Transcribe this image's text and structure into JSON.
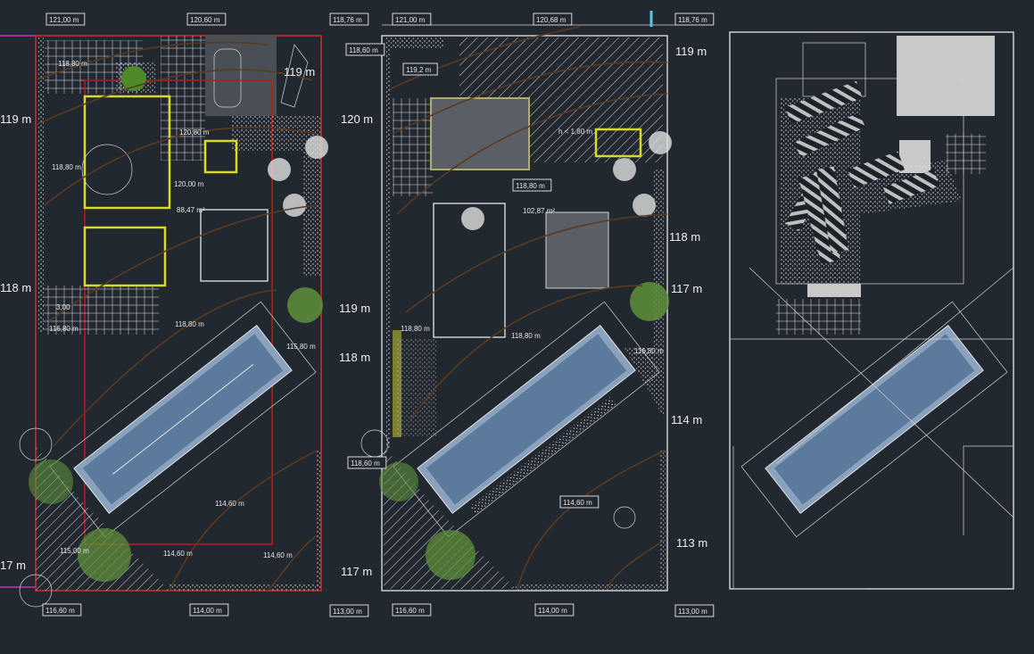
{
  "drawing": {
    "colors": {
      "background": "#212830",
      "lines": "#e8e8e8",
      "boundary_red": "#c01818",
      "walls_yellow": "#d9d92a",
      "pool_water": "#5b7a9c",
      "contour_brown": "#5a3a22",
      "trees_green": "#5d8f3a",
      "property_magenta": "#c030c0"
    },
    "plan1": {
      "labels": [
        "121,00 m",
        "120,60 m",
        "118,76 m",
        "118,80 m",
        "120,80 m",
        "118,80 m",
        "120,00 m",
        "88,47 m²",
        "3,00",
        "116,80 m",
        "118,80 m",
        "115,80 m",
        "114,60 m",
        "115,00 m",
        "114,60 m",
        "114,60 m",
        "116,60 m",
        "114,00 m",
        "113,00 m"
      ],
      "levels": [
        "119 m",
        "119 m",
        "118 m",
        "17 m"
      ]
    },
    "plan2": {
      "labels": [
        "121,00 m",
        "120,68 m",
        "118,76 m",
        "118,60 m",
        "119,2 m",
        "h < 1,80 m",
        "118,80 m",
        "102,87 m²",
        "118,80 m",
        "118,80 m",
        "116,80 m",
        "118,60 m",
        "114,60 m",
        "116,60 m",
        "114,00 m",
        "113,00 m"
      ],
      "levels": [
        "119 m",
        "120 m",
        "118 m",
        "117 m",
        "119 m",
        "118 m",
        "114 m",
        "113 m",
        "117 m"
      ]
    }
  }
}
